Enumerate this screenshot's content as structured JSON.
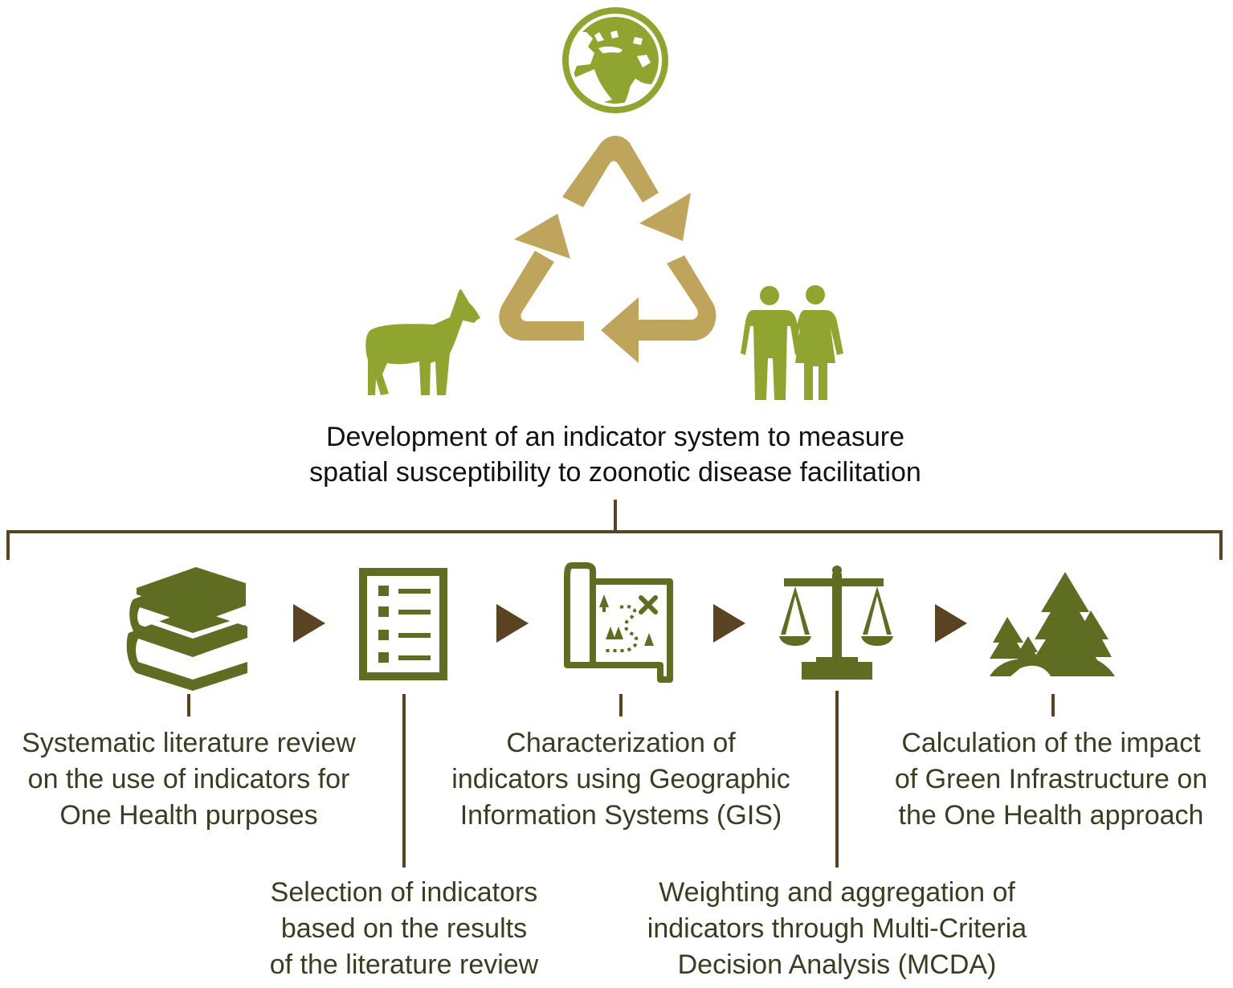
{
  "colors": {
    "bright_green": "#8fa530",
    "tan": "#bfa45c",
    "dark_olive": "#5e6d22",
    "arrow_brown": "#5a4323",
    "bracket_brown": "#5a4323",
    "text_black": "#111111",
    "text_dark": "#3c3c22"
  },
  "icons": {
    "top": [
      "globe-icon",
      "recycle-icon",
      "horse-icon",
      "people-icon"
    ],
    "steps": [
      "books-icon",
      "checklist-icon",
      "map-icon",
      "scale-icon",
      "trees-icon"
    ],
    "connector": "triangle-arrow-icon"
  },
  "main_title": {
    "line1": "Development of an indicator system to measure",
    "line2": "spatial susceptibility to zoonotic disease facilitation"
  },
  "steps": [
    {
      "lines": [
        "Systematic literature review",
        "on the use of indicators for",
        "One Health purposes"
      ]
    },
    {
      "lines": [
        "Selection of indicators",
        "based on the results",
        "of the literature review"
      ]
    },
    {
      "lines": [
        "Characterization of",
        "indicators using Geographic",
        "Information Systems (GIS)"
      ]
    },
    {
      "lines": [
        "Weighting and aggregation of",
        "indicators through Multi-Criteria",
        "Decision Analysis (MCDA)"
      ]
    },
    {
      "lines": [
        "Calculation of the impact",
        "of Green Infrastructure on",
        "the One Health approach"
      ]
    }
  ]
}
